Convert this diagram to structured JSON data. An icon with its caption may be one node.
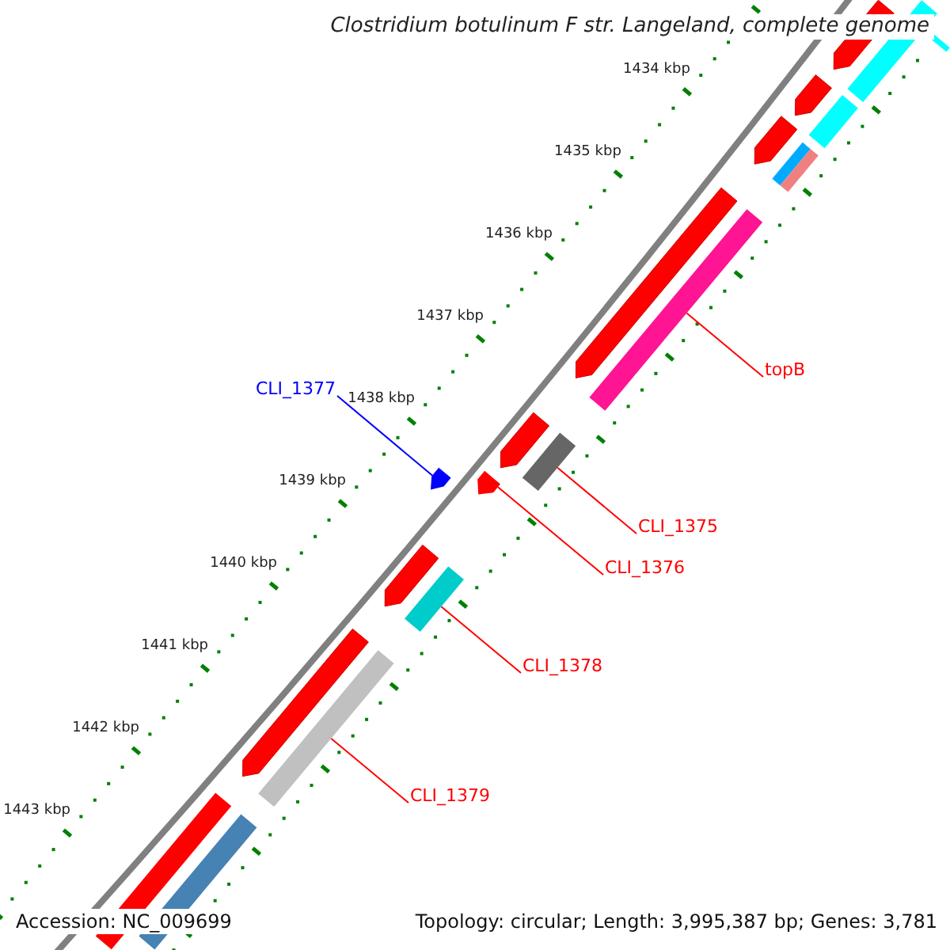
{
  "diagram": {
    "title": "Clostridium botulinum F str. Langeland, complete genome",
    "nodes": [
      {
        "text": [
          "topB"
        ]
      },
      {
        "text": [
          "CLI_1377"
        ]
      },
      {
        "text": [
          "CLI_1375"
        ]
      },
      {
        "text": [
          "CLI_1376"
        ]
      },
      {
        "text": [
          "CLI_1378"
        ]
      },
      {
        "text": [
          "CLI_1379"
        ]
      },
      {
        "text": [],
        "shape": "bar"
      },
      {
        "text": [],
        "shape": "bar"
      },
      {
        "text": [],
        "shape": "arrow"
      },
      {
        "text": [],
        "shape": "arrow"
      },
      {
        "text": [],
        "shape": "bar"
      },
      {
        "text": [],
        "shape": "bar"
      }
    ],
    "edges": [
      {
        "from": 0,
        "to": 6,
        "arrow": "none"
      },
      {
        "from": 1,
        "to": 8,
        "arrow": "none",
        "color": "#0000ff"
      },
      {
        "from": 2,
        "to": 7,
        "arrow": "none"
      },
      {
        "from": 3,
        "to": 9,
        "arrow": "none"
      },
      {
        "from": 4,
        "to": 10,
        "arrow": "none"
      },
      {
        "from": 5,
        "to": 11,
        "arrow": "none"
      }
    ],
    "labels": [
      "1434 kbp",
      "1435 kbp",
      "1436 kbp",
      "1437 kbp",
      "1438 kbp",
      "1439 kbp",
      "1440 kbp",
      "1441 kbp",
      "1442 kbp",
      "1443 kbp",
      "Accession: NC_009699",
      "Topology: circular; Length: 3,995,387 bp; Genes: 3,781"
    ]
  }
}
